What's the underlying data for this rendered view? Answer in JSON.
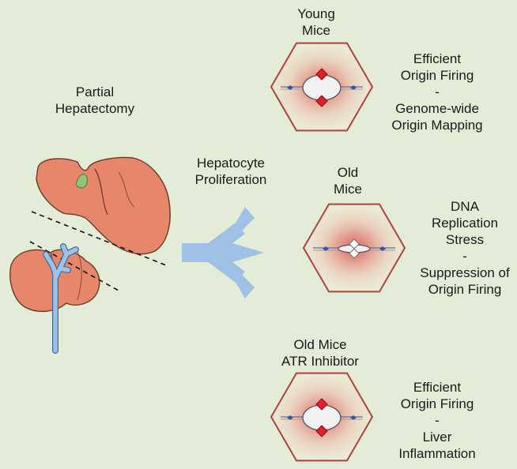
{
  "left": {
    "title_lines": [
      "Partial",
      "Hepatectomy"
    ]
  },
  "arrow": {
    "label_lines": [
      "Hepatocyte",
      "Proliferation"
    ],
    "color": "#9fc1e6"
  },
  "colors": {
    "background": "#e3ecd6",
    "liver": "#e6866a",
    "liver_outline": "#6b3b2a",
    "gallbladder": "#8fc47a",
    "vessel": "#9fc1e6",
    "hexagon_border": "#b0423b",
    "hexagon_glow": "#d8585a",
    "origin_marker": "#e0202a",
    "fork_marker": "#2f56b0"
  },
  "conditions": [
    {
      "title_lines": [
        "Young",
        "Mice"
      ],
      "outcome_lines": [
        "Efficient",
        "Origin Firing",
        "-",
        "Genome-wide",
        "Origin Mapping"
      ],
      "bubble": "open-red"
    },
    {
      "title_lines": [
        "Old",
        "Mice"
      ],
      "outcome_lines": [
        "DNA",
        "Replication",
        "Stress",
        "-",
        "Suppression of",
        "Origin Firing"
      ],
      "bubble": "thin-white"
    },
    {
      "title_lines": [
        "Old Mice",
        "ATR Inhibitor"
      ],
      "outcome_lines": [
        "Efficient",
        "Origin Firing",
        "-",
        "Liver",
        "Inflammation"
      ],
      "bubble": "open-red"
    }
  ]
}
